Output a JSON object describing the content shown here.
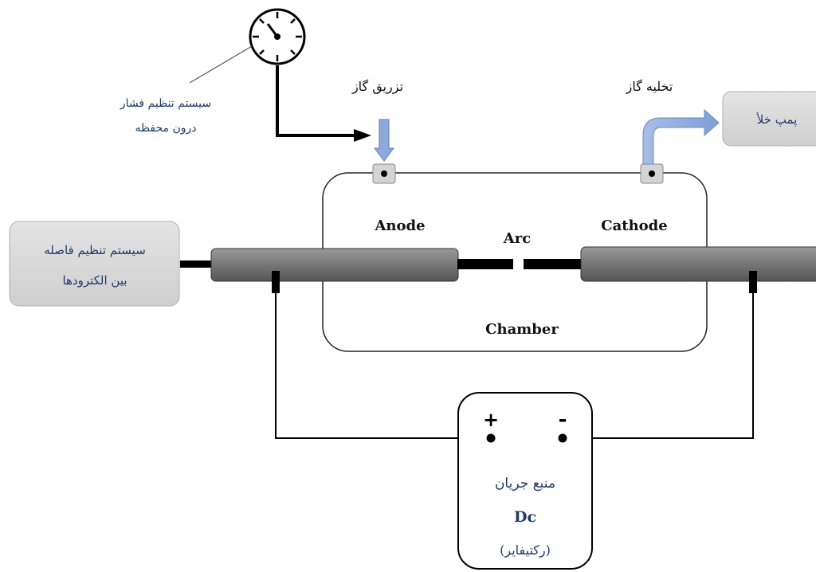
{
  "labels": {
    "pressure_line1": "سیستم تنظیم فشار",
    "pressure_line2": "درون محفظه",
    "gas_inlet": "تزریق گاز",
    "gas_outlet": "تخلیه گاز",
    "vacuum_pump": "پمپ خلأ",
    "gap_line1": "سیستم تنظیم فاصله",
    "gap_line2": "بین الکترودها",
    "anode": "Anode",
    "arc": "Arc",
    "cathode": "Cathode",
    "chamber": "Chamber",
    "plus": "+",
    "minus": "-",
    "source_line1": "منبع جریان",
    "source_line2": "Dc",
    "source_line3": "(رکتیفایر)"
  },
  "colors": {
    "rod": "#707070",
    "box_fill": "#d9d9d9",
    "arrow_blue": "#8eaadb",
    "navy_text": "#1f3a68",
    "line": "#000000"
  },
  "icons": {
    "pressure_gauge": "gauge-icon",
    "port": "port-icon"
  }
}
